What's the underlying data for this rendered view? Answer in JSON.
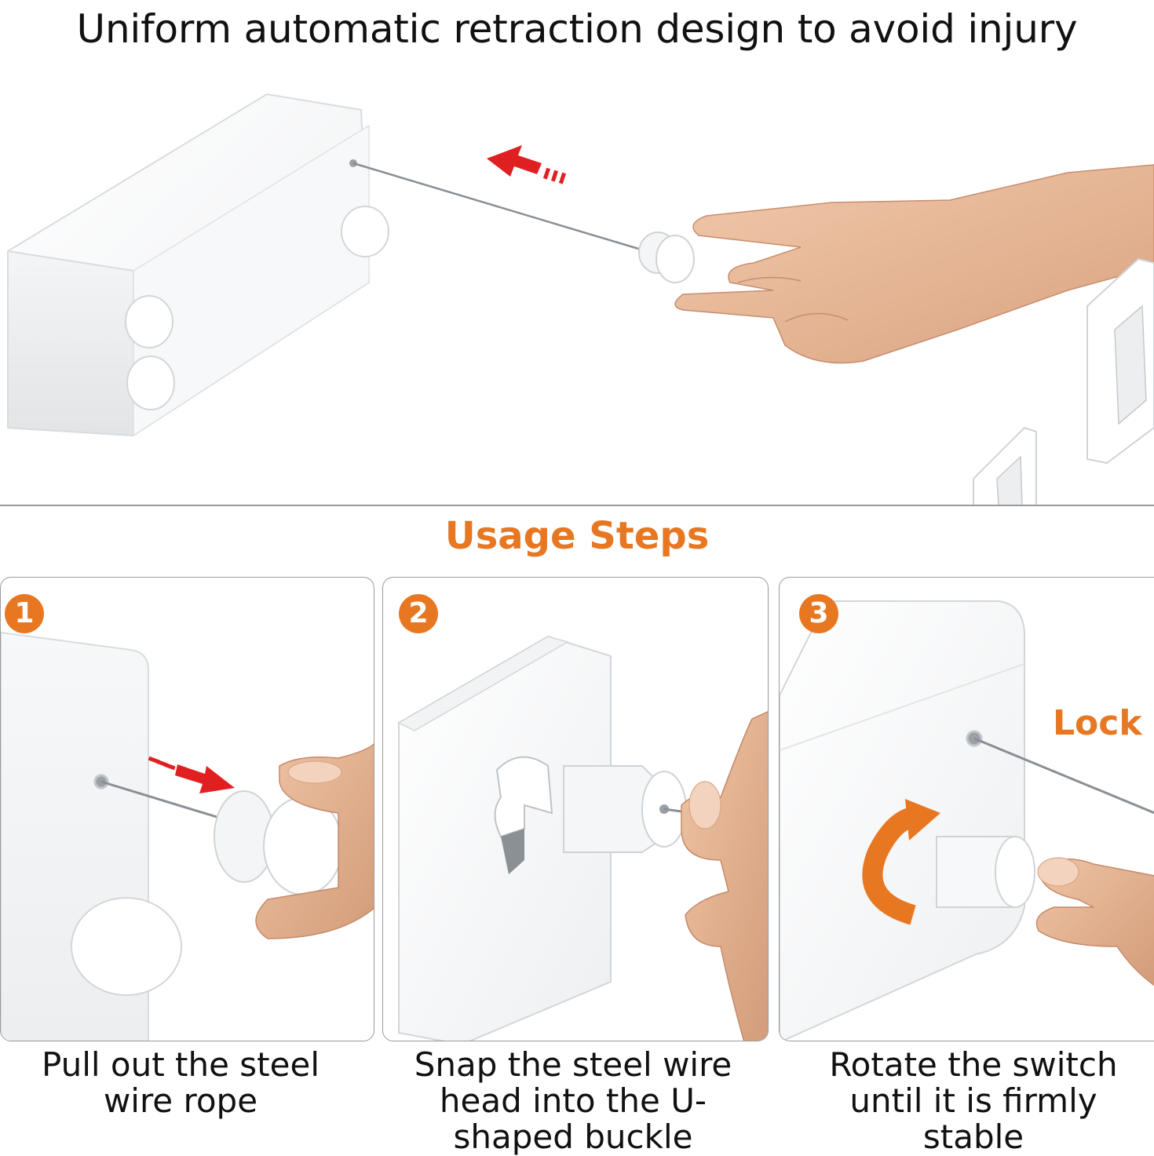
{
  "headline": "Uniform automatic retraction design to avoid injury",
  "section_title": "Usage Steps",
  "steps": [
    {
      "number": "1",
      "caption": "Pull out the steel wire rope"
    },
    {
      "number": "2",
      "caption": "Snap the steel wire head into the U-shaped buckle"
    },
    {
      "number": "3",
      "caption": "Rotate the switch until it is firmly stable",
      "label": "Lock"
    }
  ],
  "colors": {
    "accent": "#e87722",
    "arrow_red": "#e02020",
    "skin": "#e8b898",
    "product": "#ffffff"
  }
}
